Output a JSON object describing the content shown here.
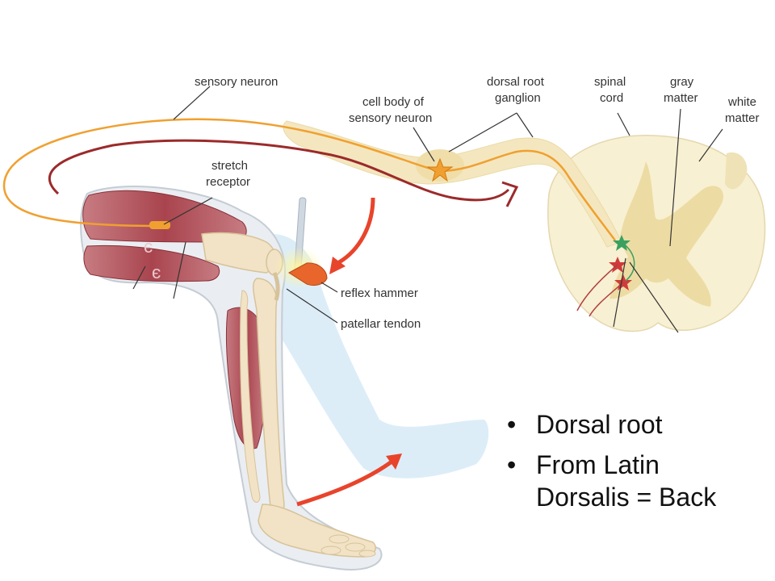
{
  "labels": {
    "sensory_neuron": "sensory neuron",
    "cell_body_line1": "cell body of",
    "cell_body_line2": "sensory neuron",
    "dorsal_root_line1": "dorsal root",
    "dorsal_root_line2": "ganglion",
    "spinal_cord_line1": "spinal",
    "spinal_cord_line2": "cord",
    "gray_matter_line1": "gray",
    "gray_matter_line2": "matter",
    "white_matter_line1": "white",
    "white_matter_line2": "matter",
    "stretch_receptor_line1": "stretch",
    "stretch_receptor_line2": "receptor",
    "reflex_hammer": "reflex hammer",
    "patellar_tendon": "patellar tendon"
  },
  "bullets": {
    "item1": "Dorsal root",
    "item2_line1": "From Latin",
    "item2_line2": "Dorsalis = Back"
  },
  "colors": {
    "nerve": "#f0a030",
    "reflex_arrow": "#9c2a2a",
    "motion_arrow": "#e8442c",
    "muscle": "#b5535c",
    "bone": "#f2e3c6",
    "cord": "#f8f0d2",
    "gray_matter": "#ecdca4",
    "shadow_leg": "#d8ecf8"
  }
}
